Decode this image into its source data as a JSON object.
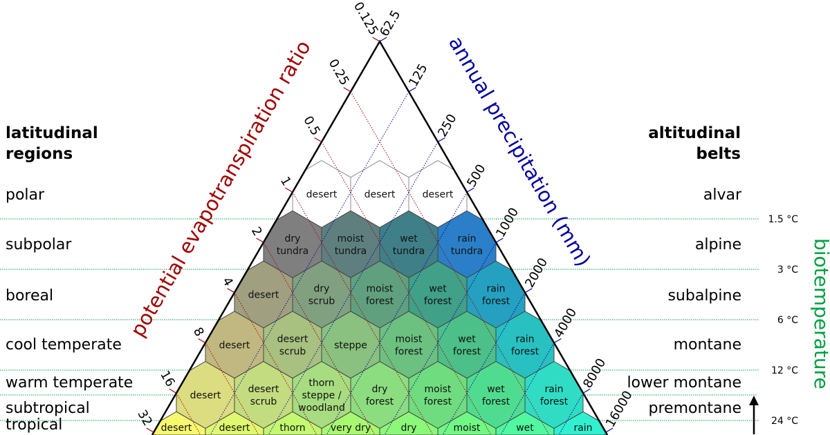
{
  "left_header": [
    "latitudinal",
    "regions"
  ],
  "right_header": [
    "altitudinal",
    "belts"
  ],
  "latitudinal_regions": [
    "polar",
    "subpolar",
    "boreal",
    "cool temperate",
    "warm temperate",
    "subtropical",
    "tropical"
  ],
  "altitudinal_belts": [
    "alvar",
    "alpine",
    "subalpine",
    "montane",
    "lower montane",
    "premontane"
  ],
  "temperatures": [
    "1.5 °C",
    "3 °C",
    "6 °C",
    "12 °C",
    "24 °C"
  ],
  "biotemperature_label": "biotemperature",
  "pet_axis": {
    "title": "potential evapotranspiration ratio",
    "ticks": [
      "0.125",
      "0.25",
      "0.5",
      "1",
      "2",
      "4",
      "8",
      "16",
      "32"
    ],
    "color": "#a00000"
  },
  "precip_axis": {
    "title": "annual precipitation (mm)",
    "ticks": [
      "62.5",
      "125",
      "250",
      "500",
      "1000",
      "2000",
      "4000",
      "8000",
      "16000"
    ],
    "color": "#0000a0"
  },
  "temp_color": "#00a040",
  "rows": [
    [
      [
        "desert"
      ],
      [
        "desert"
      ],
      [
        "desert"
      ]
    ],
    [
      [
        "dry",
        "tundra"
      ],
      [
        "moist",
        "tundra"
      ],
      [
        "wet",
        "tundra"
      ],
      [
        "rain",
        "tundra"
      ]
    ],
    [
      [
        "desert"
      ],
      [
        "dry",
        "scrub"
      ],
      [
        "moist",
        "forest"
      ],
      [
        "wet",
        "forest"
      ],
      [
        "rain",
        "forest"
      ]
    ],
    [
      [
        "desert"
      ],
      [
        "desert",
        "scrub"
      ],
      [
        "steppe"
      ],
      [
        "moist",
        "forest"
      ],
      [
        "wet",
        "forest"
      ],
      [
        "rain",
        "forest"
      ]
    ],
    [
      [
        "desert"
      ],
      [
        "desert",
        "scrub"
      ],
      [
        "thorn",
        "steppe /",
        "woodland"
      ],
      [
        "dry",
        "forest"
      ],
      [
        "moist",
        "forest"
      ],
      [
        "wet",
        "forest"
      ],
      [
        "rain",
        "forest"
      ]
    ],
    [
      [
        "desert"
      ],
      [
        "desert"
      ],
      [
        "thorn"
      ],
      [
        "very dry"
      ],
      [
        "dry"
      ],
      [
        "moist"
      ],
      [
        "wet"
      ],
      [
        "rain"
      ]
    ]
  ],
  "row_colors": [
    [
      "#ffffff",
      "#ffffff",
      "#ffffff"
    ],
    [
      "#7f7f7f",
      "#5f7f7f",
      "#3f7f88",
      "#2a7fc8"
    ],
    [
      "#a09f80",
      "#80a080",
      "#60a07f",
      "#40a088",
      "#25a0c0"
    ],
    [
      "#c0b880",
      "#a8c080",
      "#8ac080",
      "#6cc080",
      "#4cc088",
      "#28c0c0"
    ],
    [
      "#dcdc80",
      "#c4dc80",
      "#a8dc80",
      "#8cdc80",
      "#70dc80",
      "#50dc90",
      "#30dcc4"
    ],
    [
      "#f8f870",
      "#e0f870",
      "#c4f870",
      "#a8f870",
      "#8cf878",
      "#70f884",
      "#50f8a0",
      "#30f0d0"
    ]
  ]
}
